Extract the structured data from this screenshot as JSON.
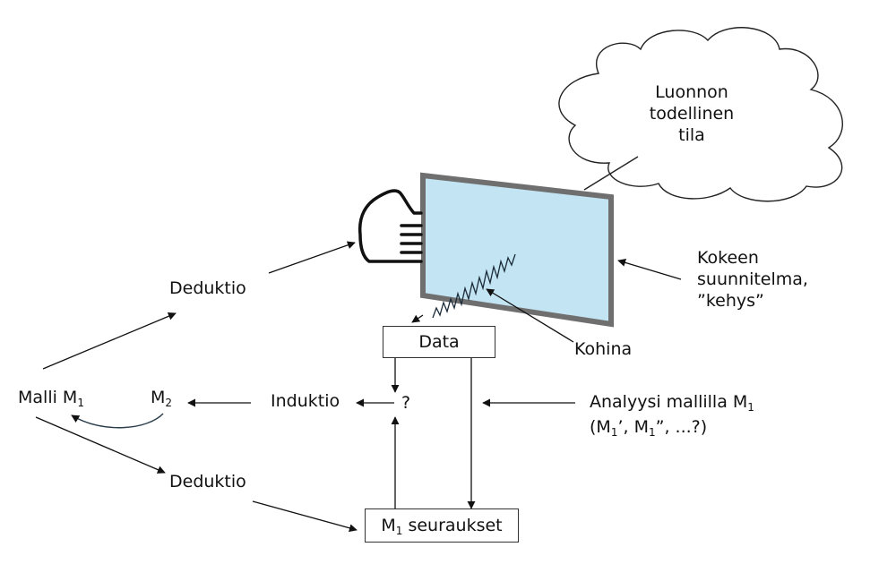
{
  "cloud": {
    "line1": "Luonnon",
    "line2": "todellinen",
    "line3": "tila"
  },
  "data_box": "Data",
  "consequences_box": {
    "main": "M",
    "sub": "1",
    "rest": " seuraukset"
  },
  "noise_label": "Kohina",
  "design_label": {
    "line1": "Kokeen",
    "line2": "suunnitelma,",
    "line3": "”kehys”"
  },
  "deduction_top": "Deduktio",
  "deduction_bottom": "Deduktio",
  "induction": "Induktio",
  "question_mark": "?",
  "model_m1": {
    "main": "Malli M",
    "sub": "1"
  },
  "model_m2": {
    "main": "M",
    "sub": "2"
  },
  "analysis": {
    "line1_main": "Analyysi mallilla M",
    "line1_sub": "1",
    "l2_a": "(M",
    "l2_a_sub": "1",
    "l2_b": "’, M",
    "l2_b_sub": "1",
    "l2_c": "”, ...?)"
  },
  "colors": {
    "window_fill": "#c3e4f2",
    "window_frame": "#6f6f6f",
    "line": "#111111",
    "curve": "#2a3d4a"
  }
}
